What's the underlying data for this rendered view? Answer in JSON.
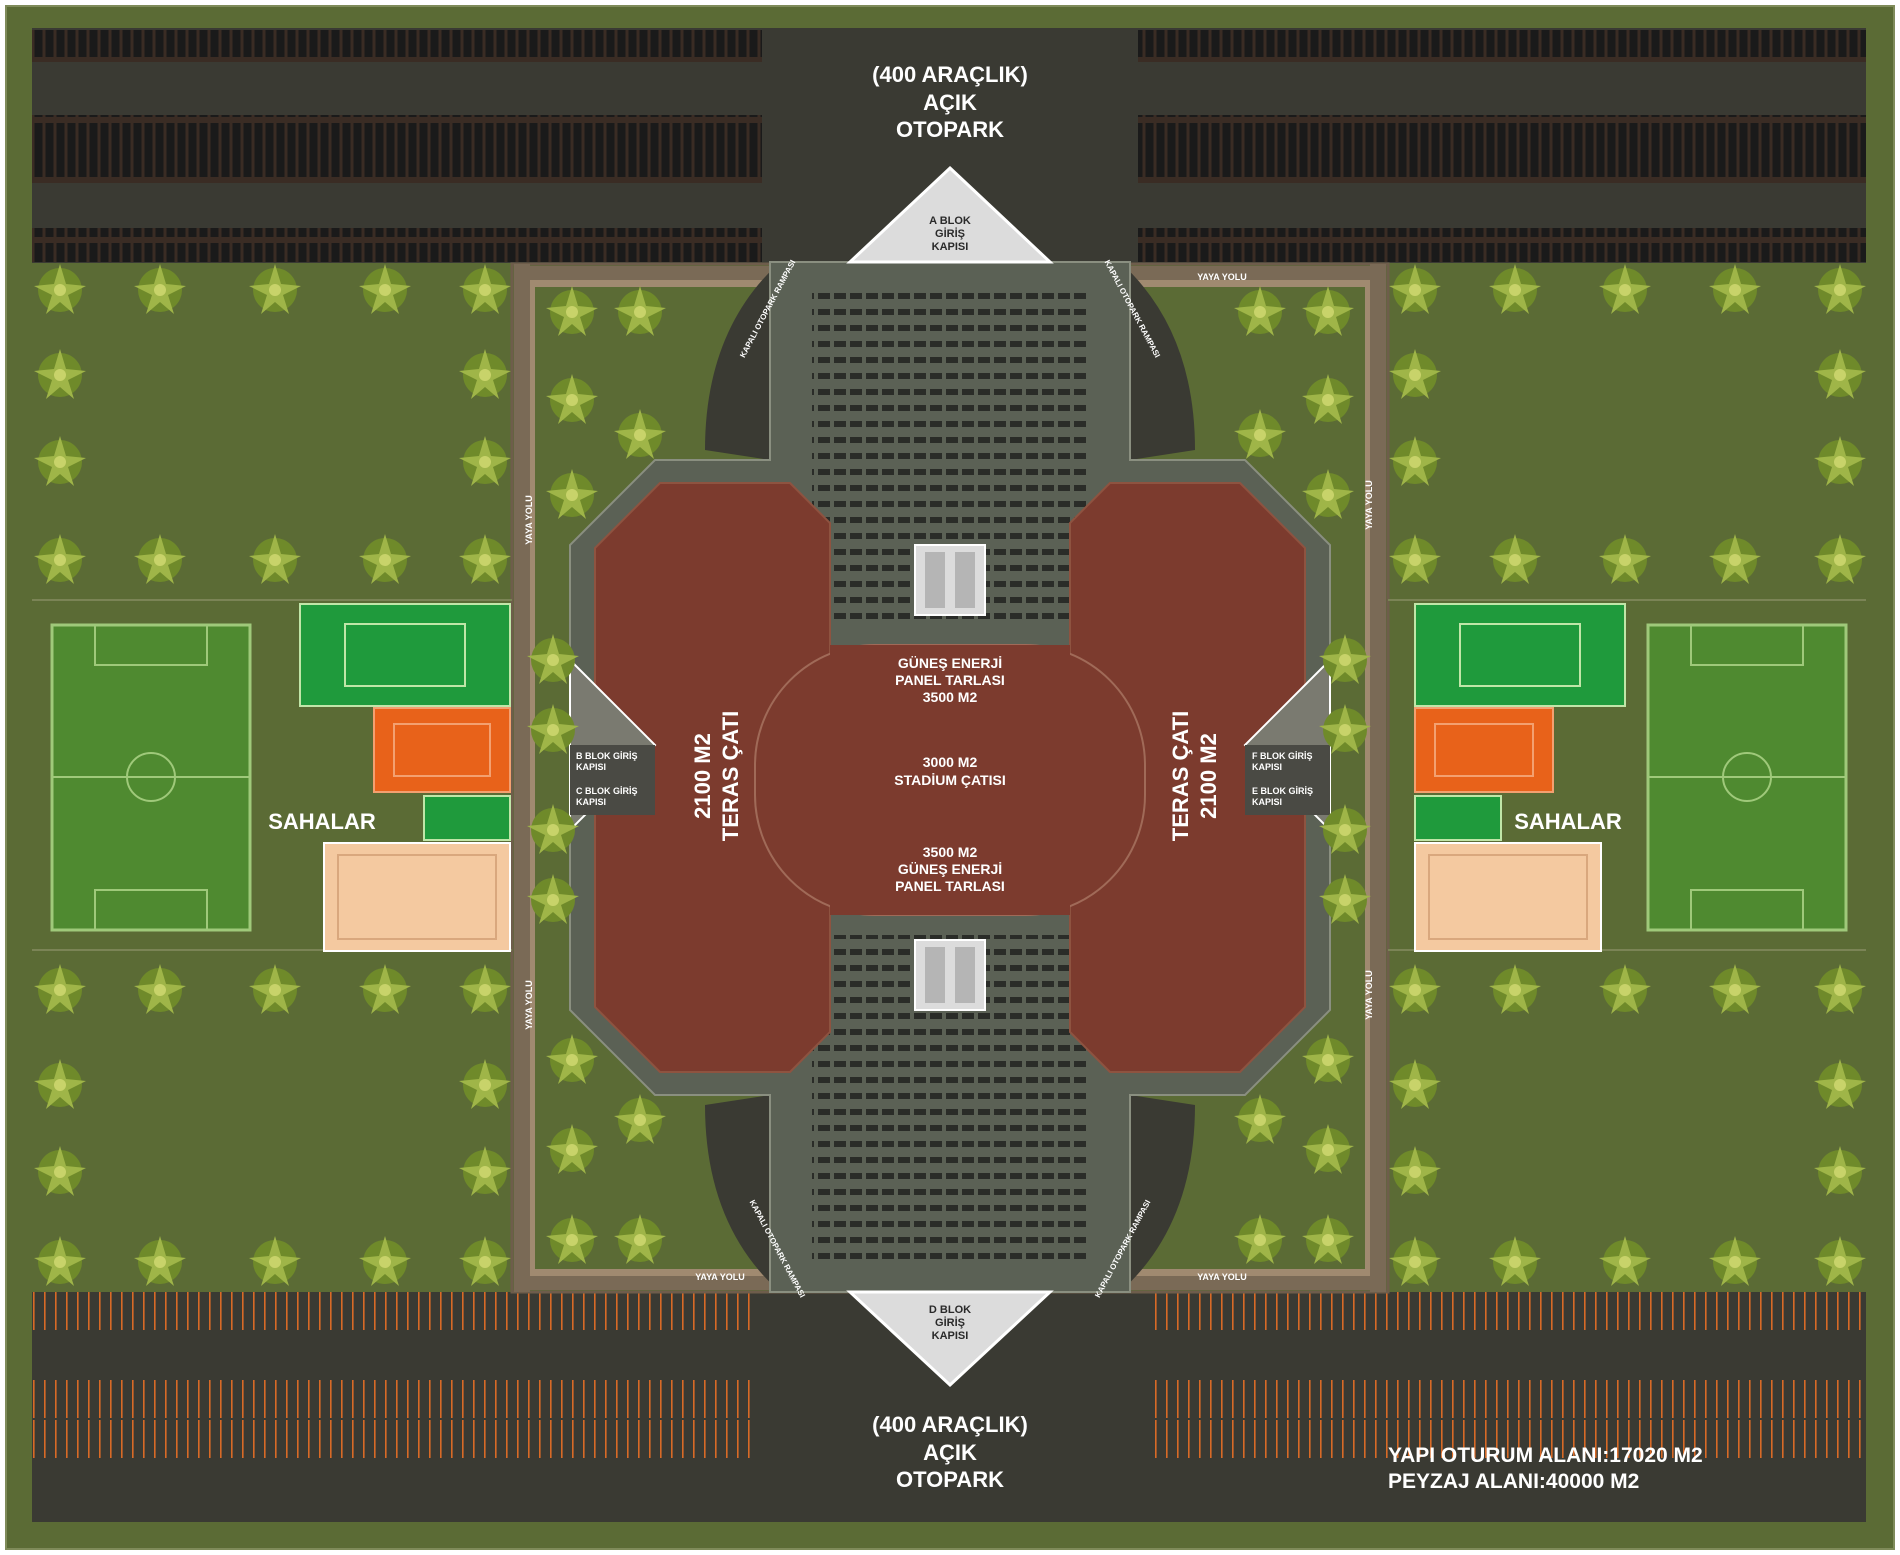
{
  "parking_top": {
    "line1": "(400 ARAÇLIK)",
    "line2": "AÇIK",
    "line3": "OTOPARK"
  },
  "parking_bottom": {
    "line1": "(400 ARAÇLIK)",
    "line2": "AÇIK",
    "line3": "OTOPARK"
  },
  "gates": {
    "a": {
      "line1": "A BLOK",
      "line2": "GİRİŞ",
      "line3": "KAPISI"
    },
    "d": {
      "line1": "D BLOK",
      "line2": "GİRİŞ",
      "line3": "KAPISI"
    },
    "b": {
      "line1": "B BLOK GİRİŞ",
      "line2": "KAPISI"
    },
    "c": {
      "line1": "C BLOK GİRİŞ",
      "line2": "KAPISI"
    },
    "f": {
      "line1": "F BLOK GİRİŞ",
      "line2": "KAPISI"
    },
    "e": {
      "line1": "E BLOK GİRİŞ",
      "line2": "KAPISI"
    }
  },
  "ramp_label": "KAPALI OTOPARK RAMPASI",
  "walkway_label": "YAYA YOLU",
  "center": {
    "solar_top": {
      "line1": "GÜNEŞ ENERJİ",
      "line2": "PANEL TARLASI",
      "line3": "3500 M2"
    },
    "stadium_roof": {
      "line1": "3000 M2",
      "line2": "STADİUM ÇATISI"
    },
    "solar_bottom": {
      "line1": "3500 M2",
      "line2": "GÜNEŞ ENERJİ",
      "line3": "PANEL TARLASI"
    }
  },
  "terrace_left": {
    "line1": "2100 M2",
    "line2": "TERAS ÇATI"
  },
  "terrace_right": {
    "line1": "TERAS ÇATI",
    "line2": "2100 M2"
  },
  "fields_label": "SAHALAR",
  "summary": {
    "footprint": "YAPI OTURUM ALANI:17020 M2",
    "landscape": "PEYZAJ ALANI:40000 M2"
  },
  "colors": {
    "grass": "#5b6b35",
    "asphalt": "#3a3a33",
    "terrace_roof": "#7c3b2e",
    "plaza_grey": "#5b6155",
    "football": "#4f8a30",
    "tennis": "#1f9a3c",
    "clay": "#e8621a",
    "sand": "#f4c9a0"
  }
}
